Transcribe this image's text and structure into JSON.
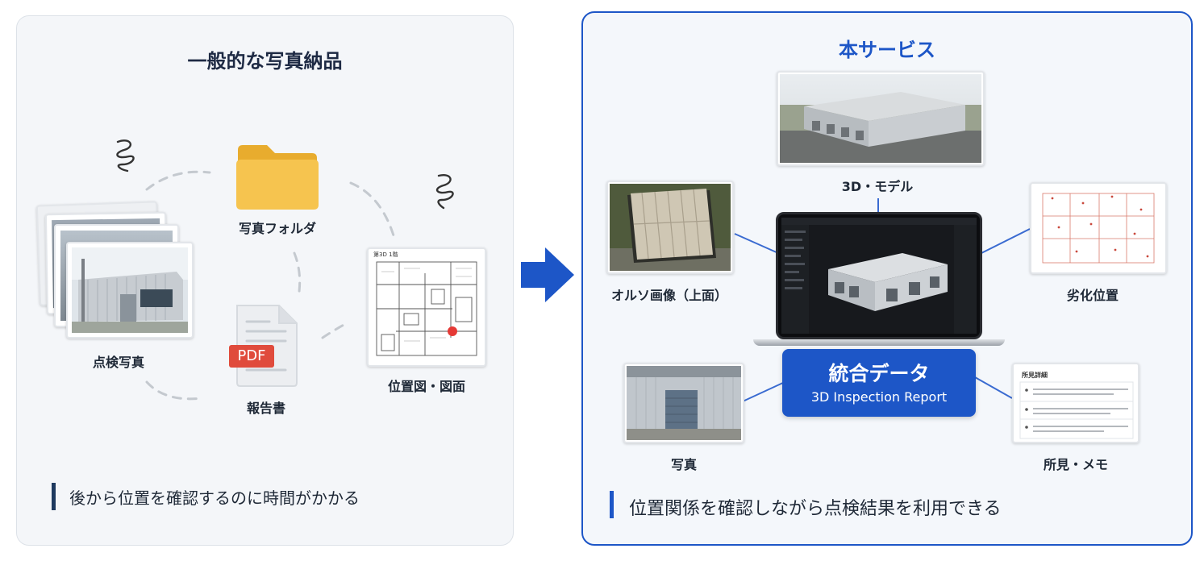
{
  "left": {
    "title": "一般的な写真納品",
    "labels": {
      "photos": "点検写真",
      "folder": "写真フォルダ",
      "report": "報告書",
      "drawing": "位置図・図面"
    },
    "pdf_badge": "PDF",
    "drawing_header": "第3D 1階",
    "caption": "後から位置を確認するのに時間がかかる"
  },
  "right": {
    "title": "本サービス",
    "labels": {
      "model": "3D・モデル",
      "ortho": "オルソ画像（上面）",
      "degradation": "劣化位置",
      "photo": "写真",
      "notes": "所見・メモ"
    },
    "integrated": {
      "title": "統合データ",
      "subtitle": "3D Inspection Report"
    },
    "notes_header": "所見詳細",
    "caption": "位置関係を確認しながら点検結果を利用できる"
  },
  "colors": {
    "accent_blue": "#1d56c7",
    "dark_navy": "#1e3a5f",
    "pdf_red": "#e04b3c",
    "folder_yellow": "#f6c44f",
    "marker_red": "#e53935"
  }
}
